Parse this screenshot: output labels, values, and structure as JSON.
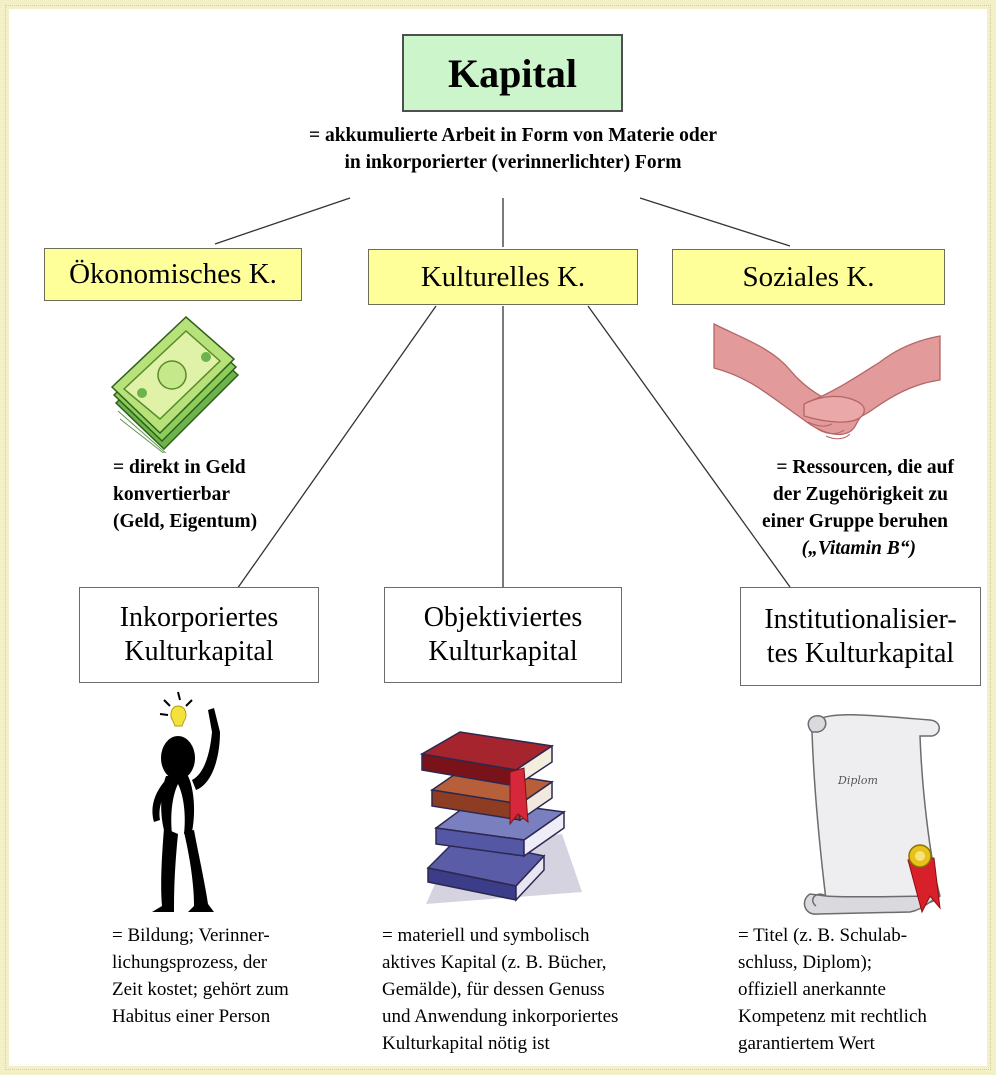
{
  "title": "Kapital",
  "definition": [
    "= akkumulierte Arbeit in Form von Materie oder",
    "in inkorporierter (verinnerlichter) Form"
  ],
  "capital_types": [
    {
      "label": "Ökonomisches K.",
      "desc": [
        "= direkt in Geld",
        "konvertierbar",
        "(Geld, Eigentum)"
      ],
      "icon": "money-icon"
    },
    {
      "label": "Kulturelles K.",
      "icon": ""
    },
    {
      "label": "Soziales K.",
      "desc": [
        "= Ressourcen, die auf",
        "der Zugehörigkeit zu",
        "einer Gruppe beruhen"
      ],
      "note": "(„Vitamin B“)",
      "icon": "handshake-icon"
    }
  ],
  "cultural_forms": [
    {
      "label": [
        "Inkorporiertes",
        "Kulturkapital"
      ],
      "desc": [
        "= Bildung; Verinner-",
        "lichungsprozess, der",
        "Zeit kostet; gehört zum",
        "Habitus einer Person"
      ],
      "icon": "thinking-person-icon"
    },
    {
      "label": [
        "Objektiviertes",
        "Kulturkapital"
      ],
      "desc": [
        "= materiell und symbolisch",
        "aktives Kapital (z. B. Bücher,",
        "Gemälde), für dessen Genuss",
        "und Anwendung inkorporiertes",
        "Kulturkapital nötig ist"
      ],
      "icon": "books-icon"
    },
    {
      "label": [
        "Institutionalisier-",
        "tes Kulturkapital"
      ],
      "desc": [
        "= Titel (z. B. Schulab-",
        "schluss, Diplom);",
        "offiziell anerkannte",
        "Kompetenz mit rechtlich",
        "garantiertem Wert"
      ],
      "icon": "diploma-icon",
      "icon_text": "Diplom"
    }
  ]
}
